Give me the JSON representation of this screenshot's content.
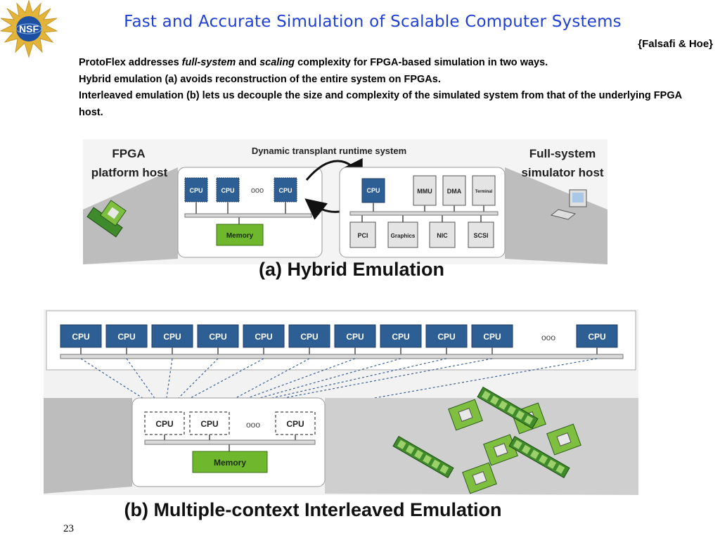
{
  "header": {
    "logo_text": "NSF",
    "title": "Fast and Accurate Simulation of Scalable Computer Systems",
    "authors": "{Falsafi & Hoe}"
  },
  "body": {
    "line1_pre": "ProtoFlex addresses ",
    "line1_em1": "full-system",
    "line1_mid": " and ",
    "line1_em2": "scaling",
    "line1_post": " complexity for FPGA-based simulation in two ways.",
    "line2": "Hybrid emulation (a) avoids reconstruction of the entire system on FPGAs.",
    "line3": "Interleaved emulation (b) lets us decouple the size and complexity of the simulated system from that of the underlying FPGA host."
  },
  "diagram_a": {
    "fpga_label_1": "FPGA",
    "fpga_label_2": "platform host",
    "runtime_label": "Dynamic transplant runtime system",
    "fs_label_1": "Full-system",
    "fs_label_2": "simulator host",
    "cpu": "CPU",
    "dots": "ooo",
    "memory": "Memory",
    "mmu": "MMU",
    "dma": "DMA",
    "terminal": "Terminal",
    "pci": "PCI",
    "graphics": "Graphics",
    "nic": "NIC",
    "scsi": "SCSI",
    "caption": "(a) Hybrid Emulation"
  },
  "diagram_b": {
    "cpu": "CPU",
    "dots": "ooo",
    "memory": "Memory",
    "caption": "(b) Multiple-context Interleaved Emulation"
  },
  "footer": {
    "slide_number": "23"
  },
  "colors": {
    "title_blue": "#1f3fd6",
    "cpu_blue": "#2e5f94",
    "memory_green": "#6fb82e",
    "panel_gray": "#cfcfcf"
  }
}
